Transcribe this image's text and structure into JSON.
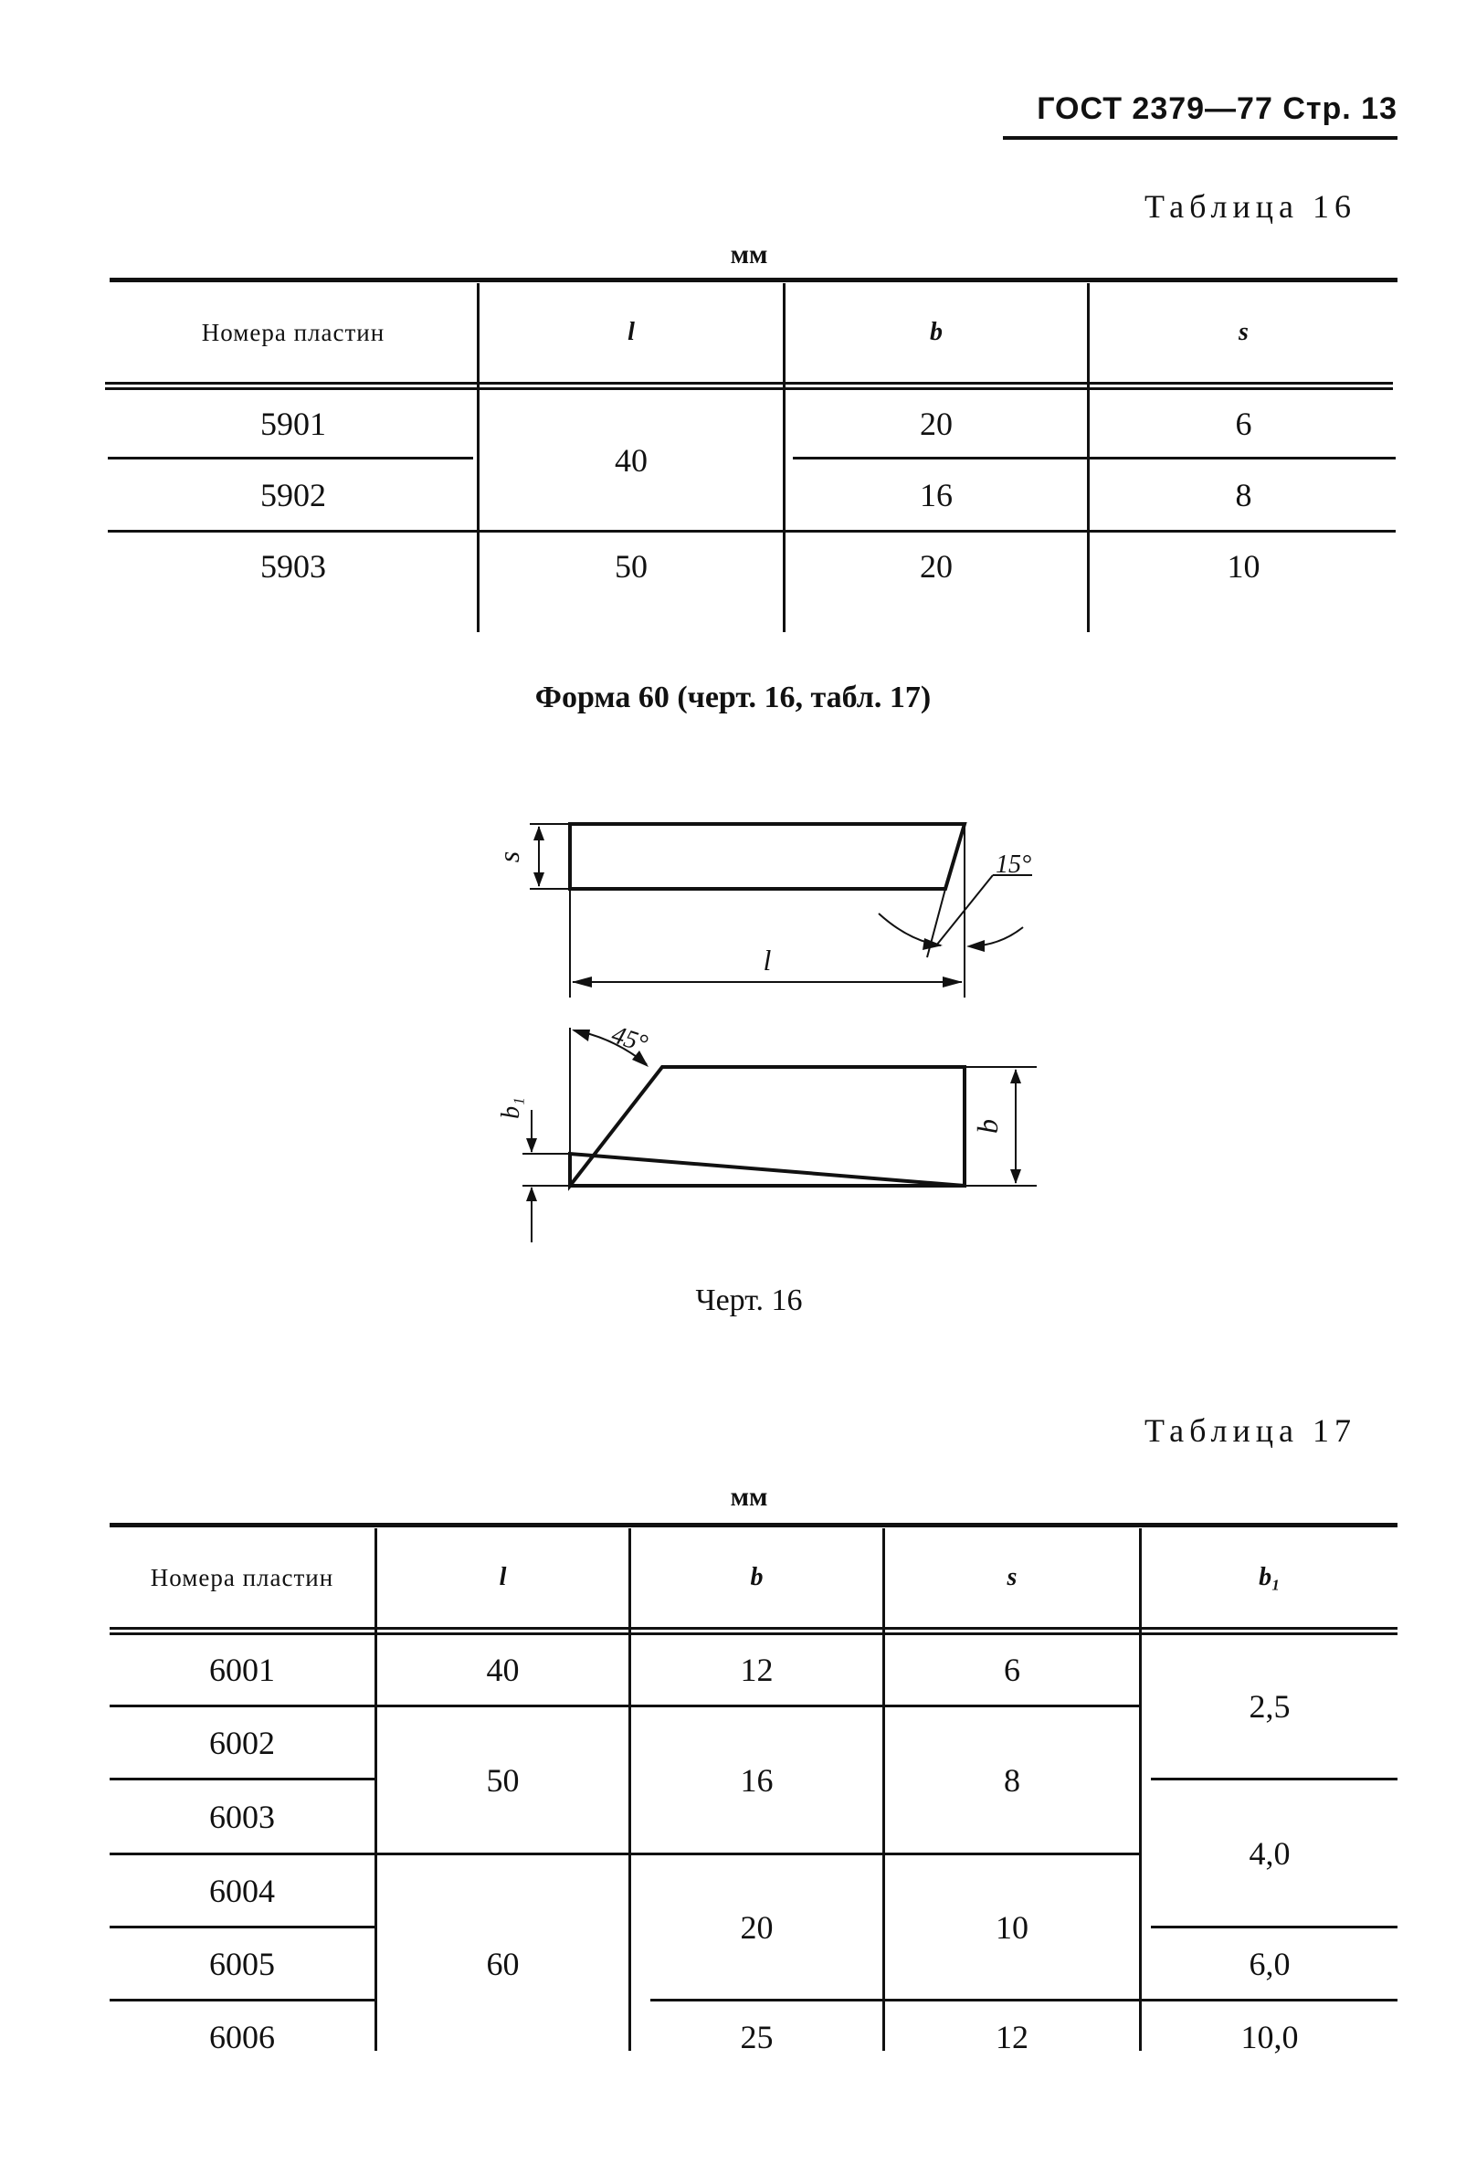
{
  "header": {
    "text": "ГОСТ 2379—77 Стр. 13"
  },
  "table16": {
    "caption": "Таблица 16",
    "unit": "мм",
    "columns": [
      "Номера пластин",
      "l",
      "b",
      "s"
    ],
    "rows": [
      {
        "number": "5901",
        "l": "40",
        "b": "20",
        "s": "6"
      },
      {
        "number": "5902",
        "b": "16",
        "s": "8"
      },
      {
        "number": "5903",
        "l": "50",
        "b": "20",
        "s": "10"
      }
    ]
  },
  "figure": {
    "title": "Форма 60 (черт. 16, табл. 17)",
    "labels": {
      "s": "s",
      "l": "l",
      "angle15": "15°",
      "angle45": "45°",
      "b1": "b₁",
      "b": "b"
    },
    "caption": "Черт. 16"
  },
  "table17": {
    "caption": "Таблица 17",
    "unit": "мм",
    "columns": [
      "Номера пластин",
      "l",
      "b",
      "s",
      "b₁"
    ],
    "rows": [
      {
        "number": "6001",
        "l": "40",
        "b": "12",
        "s": "6",
        "b1": "2,5"
      },
      {
        "number": "6002",
        "l": "50",
        "b": "16",
        "s": "8"
      },
      {
        "number": "6003",
        "b1": "4,0"
      },
      {
        "number": "6004",
        "l": "60",
        "b": "20",
        "s": "10"
      },
      {
        "number": "6005",
        "b1": "6,0"
      },
      {
        "number": "6006",
        "b": "25",
        "s": "12",
        "b1": "10,0"
      }
    ]
  }
}
